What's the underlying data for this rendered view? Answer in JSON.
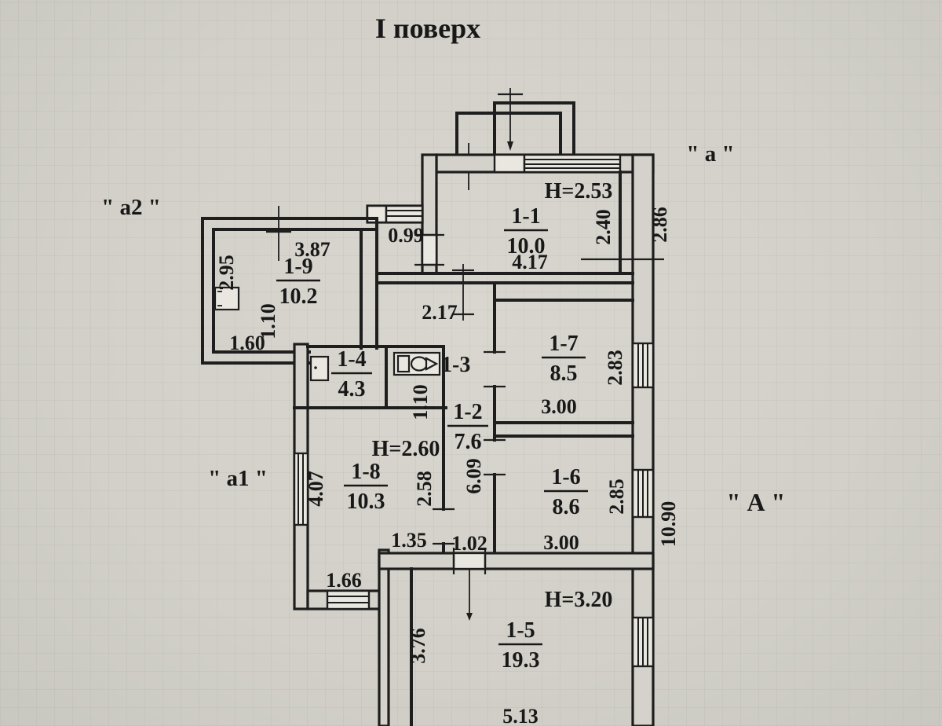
{
  "title": "І поверх",
  "marks": {
    "a": "\" а \"",
    "a2": "\" а2 \"",
    "a1": "\" а1 \"",
    "A": "\" А \""
  },
  "rooms": {
    "r11": {
      "id": "1-1",
      "area": "10.0"
    },
    "r12": {
      "id": "1-2",
      "area": "7.6"
    },
    "r13": {
      "id": "1-3"
    },
    "r14": {
      "id": "1-4",
      "area": "4.3"
    },
    "r15": {
      "id": "1-5",
      "area": "19.3"
    },
    "r16": {
      "id": "1-6",
      "area": "8.6"
    },
    "r17": {
      "id": "1-7",
      "area": "8.5"
    },
    "r18": {
      "id": "1-8",
      "area": "10.3"
    },
    "r19": {
      "id": "1-9",
      "area": "10.2"
    }
  },
  "heights": {
    "room11": "Н=2.53",
    "room18": "Н=2.60",
    "room15": "Н=3.20"
  },
  "dims": {
    "w387": "3.87",
    "w099": "0.99",
    "h295": "2.95",
    "h110a": "1.10",
    "w160": "1.60",
    "h240": "2.40",
    "h286": "2.86",
    "w417": "4.17",
    "w217": "2.17",
    "h110b": "1.10",
    "h283": "2.83",
    "w300a": "3.00",
    "h407": "4.07",
    "h258": "2.58",
    "h609": "6.09",
    "h285": "2.85",
    "w300b": "3.00",
    "h1090": "10.90",
    "w135": "1.35",
    "w102": "1.02",
    "w166": "1.66",
    "h376": "3.76",
    "w513": "5.13"
  }
}
